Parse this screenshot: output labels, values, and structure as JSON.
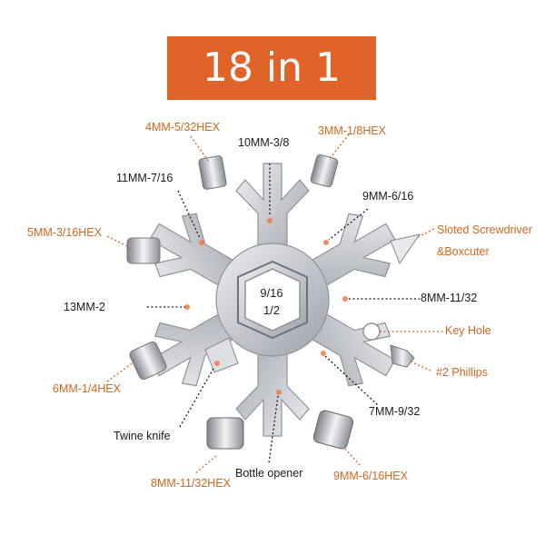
{
  "title": "18 in 1",
  "colors": {
    "banner": "#e0632a",
    "orange_label": "#d2661f",
    "black_label": "#1a1a1a",
    "steel": "#c9cbcf"
  },
  "center": {
    "line1": "9/16",
    "line2": "1/2"
  },
  "labels": {
    "hex_4mm": "4MM-5/32HEX",
    "hex_3mm": "3MM-1/8HEX",
    "w10": "10MM-3/8",
    "w11": "11MM-7/16",
    "w9_top": "9MM-6/16",
    "slotted1": "Sloted Screwdriver",
    "slotted2": "&Boxcuter",
    "hex_5mm": "5MM-3/16HEX",
    "w13": "13MM-2",
    "w8": "8MM-11/32",
    "keyhole": "Key Hole",
    "phillips": "#2  Phillips",
    "hex_6mm": "6MM-1/4HEX",
    "w7": "7MM-9/32",
    "twine": "Twine knife",
    "hex_8mm": "8MM-11/32HEX",
    "bottle": "Bottle opener",
    "hex_9mm": "9MM-6/16HEX"
  }
}
